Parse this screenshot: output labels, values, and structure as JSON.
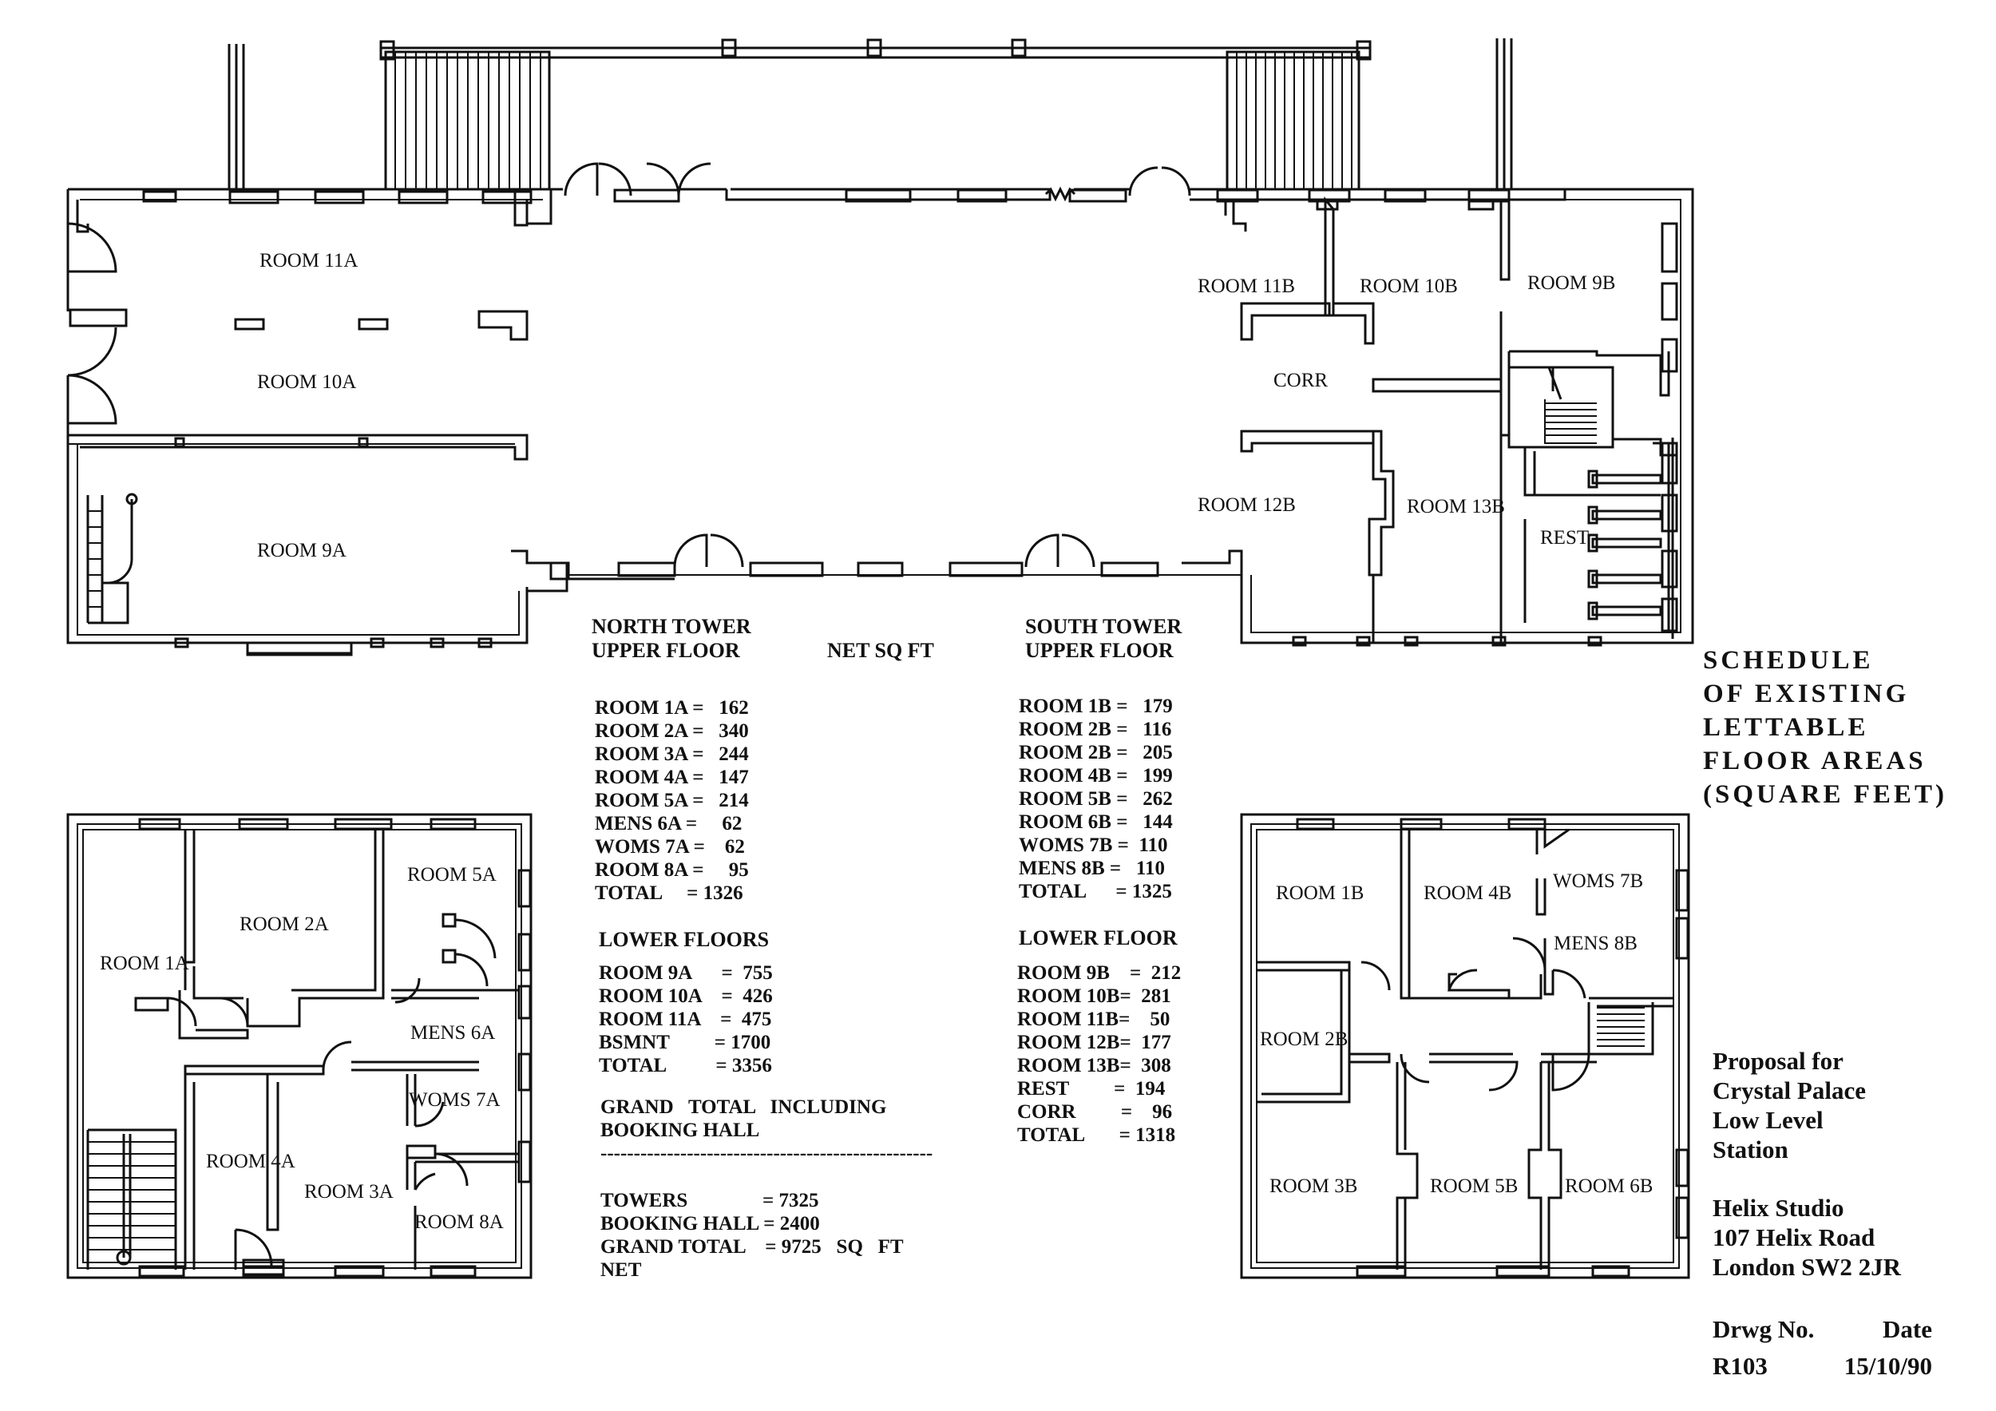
{
  "rooms": {
    "r11a": "ROOM 11A",
    "r10a": "ROOM 10A",
    "r9a": "ROOM 9A",
    "r11b": "ROOM 11B",
    "r10b": "ROOM 10B",
    "r9b": "ROOM 9B",
    "corr": "CORR",
    "r12b": "ROOM 12B",
    "r13b": "ROOM 13B",
    "rest": "REST",
    "r5a": "ROOM 5A",
    "r2a": "ROOM 2A",
    "r1a": "ROOM 1A",
    "mens6a": "MENS 6A",
    "woms7a": "WOMS 7A",
    "r4a": "ROOM 4A",
    "r3a": "ROOM 3A",
    "r8a": "ROOM 8A",
    "r1b": "ROOM 1B",
    "r4b": "ROOM 4B",
    "woms7b": "WOMS 7B",
    "mens8b": "MENS 8B",
    "r2b": "ROOM 2B",
    "r3b": "ROOM 3B",
    "r5b": "ROOM 5B",
    "r6b": "ROOM 6B"
  },
  "north": {
    "header1": "NORTH TOWER",
    "header2": "UPPER FLOOR",
    "upper": [
      "ROOM 1A =   162",
      "ROOM 2A =   340",
      "ROOM 3A =   244",
      "ROOM 4A =   147",
      "ROOM 5A =   214",
      "MENS 6A =     62",
      "WOMS 7A =    62",
      "ROOM 8A =     95",
      "TOTAL     = 1326"
    ],
    "lower_header": "LOWER FLOORS",
    "lower": [
      "ROOM 9A      =  755",
      "ROOM 10A    =  426",
      "ROOM 11A    =  475",
      "BSMNT         = 1700",
      "TOTAL          = 3356"
    ],
    "grand_header1": "GRAND   TOTAL   INCLUDING",
    "grand_header2": "BOOKING HALL",
    "dashes": "--------------------------------------------------",
    "grand": [
      "TOWERS               = 7325",
      "BOOKING HALL = 2400",
      "GRAND TOTAL    = 9725   SQ   FT",
      "NET"
    ]
  },
  "net_sq_ft": "NET SQ FT",
  "south": {
    "header1": "SOUTH TOWER",
    "header2": "UPPER FLOOR",
    "upper": [
      "ROOM 1B =   179",
      "ROOM 2B =   116",
      "ROOM 2B =   205",
      "ROOM 4B =   199",
      "ROOM 5B =   262",
      "ROOM 6B =   144",
      "WOMS 7B =  110",
      "MENS 8B =   110",
      "TOTAL      = 1325"
    ],
    "lower_header": "LOWER FLOOR",
    "lower": [
      "ROOM 9B    =  212",
      "ROOM 10B=  281",
      "ROOM 11B=    50",
      "ROOM 12B=  177",
      "ROOM 13B=  308",
      "REST         =  194",
      "CORR         =    96",
      "TOTAL       = 1318"
    ]
  },
  "title": [
    "SCHEDULE",
    "OF EXISTING",
    "LETTABLE",
    "FLOOR AREAS",
    "(SQUARE FEET)"
  ],
  "proposal": [
    "Proposal for",
    "Crystal Palace",
    "Low Level",
    "Station"
  ],
  "studio": [
    "Helix Studio",
    "107 Helix Road",
    "London SW2 2JR"
  ],
  "drawing": {
    "no_label": "Drwg No.",
    "date_label": "Date",
    "no": "R103",
    "date": "15/10/90"
  }
}
